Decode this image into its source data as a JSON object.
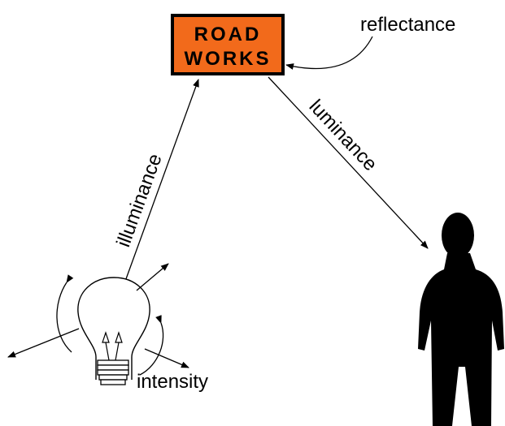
{
  "sign": {
    "line1": "ROAD",
    "line2": "WORKS",
    "color": "#f26a1b"
  },
  "labels": {
    "reflectance": "reflectance",
    "illuminance": "illuminance",
    "luminance": "luminance",
    "intensity": "intensity"
  },
  "colors": {
    "ink": "#000000",
    "background": "#ffffff"
  }
}
